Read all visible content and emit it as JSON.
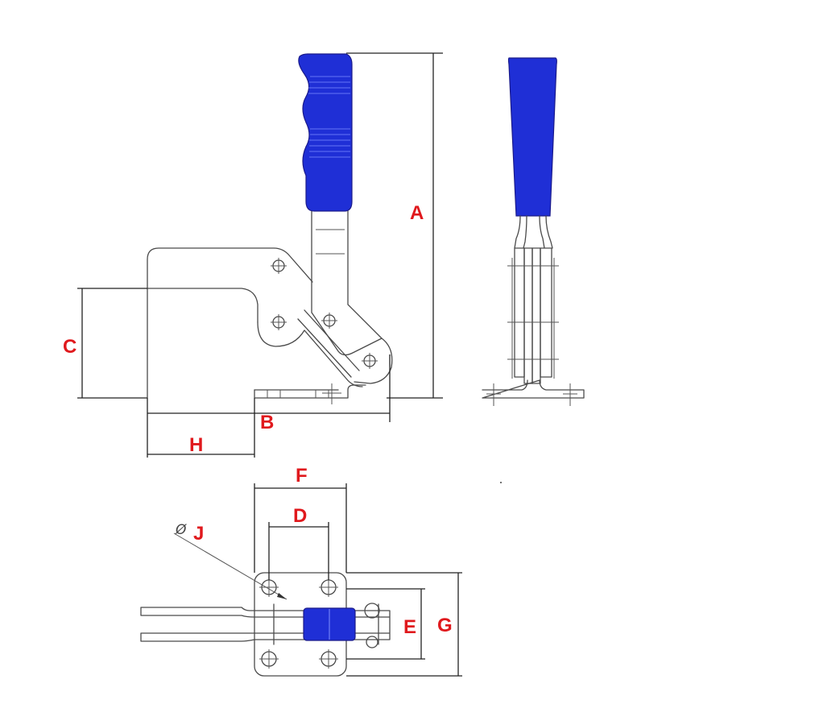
{
  "colors": {
    "handle": "#1f2fd6",
    "label": "#e0191d",
    "line": "#4a4a4a"
  },
  "labels": {
    "A": "A",
    "B": "B",
    "C": "C",
    "D": "D",
    "E": "E",
    "F": "F",
    "G": "G",
    "H": "H",
    "J": "J",
    "diameter_symbol": "Ø"
  }
}
